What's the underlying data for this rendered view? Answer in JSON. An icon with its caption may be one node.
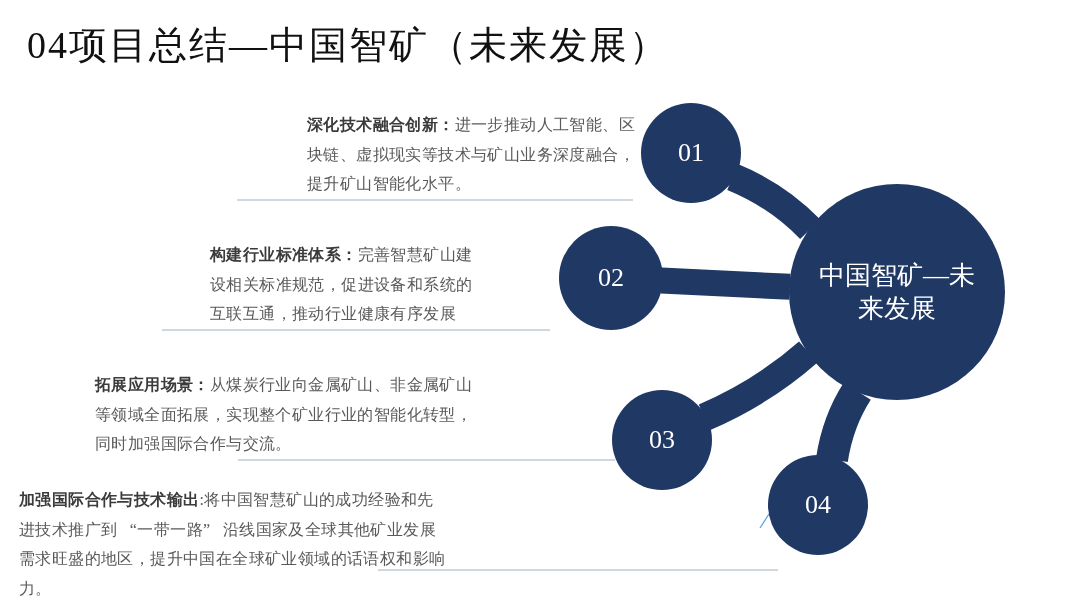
{
  "diagram": {
    "title": "04项目总结—中国智矿（未来发展）",
    "nodes": [
      {
        "text": [
          "中国智矿—未来发展"
        ]
      },
      {
        "text": [
          "01"
        ]
      },
      {
        "text": [
          "02"
        ]
      },
      {
        "text": [
          "03"
        ]
      },
      {
        "text": [
          "04"
        ]
      }
    ],
    "edges": [
      {
        "from": 0,
        "to": 1,
        "arrow": "none"
      },
      {
        "from": 0,
        "to": 2,
        "arrow": "none"
      },
      {
        "from": 0,
        "to": 3,
        "arrow": "none"
      },
      {
        "from": 0,
        "to": 4,
        "arrow": "none"
      }
    ],
    "labels": [
      "**深化技术融合创新：**进一步推动人工智能、区块链、虚拟现实等技术与矿山业务深度融合，提升矿山智能化水平。",
      "**构建行业标准体系：**完善智慧矿山建设相关标准规范，促进设备和系统的互联互通，推动行业健康有序发展",
      "**拓展应用场景：**从煤炭行业向金属矿山、非金属矿山等领域全面拓展，实现整个矿业行业的智能化转型，同时加强国际合作与交流。",
      "**加强国际合作与技术输出**:将中国智慧矿山的成功经验和先进技术推广到 “一带一路” 沿线国家及全球其他矿业发展需求旺盛的地区，提升中国在全球矿业领域的话语权和影响力。"
    ]
  }
}
